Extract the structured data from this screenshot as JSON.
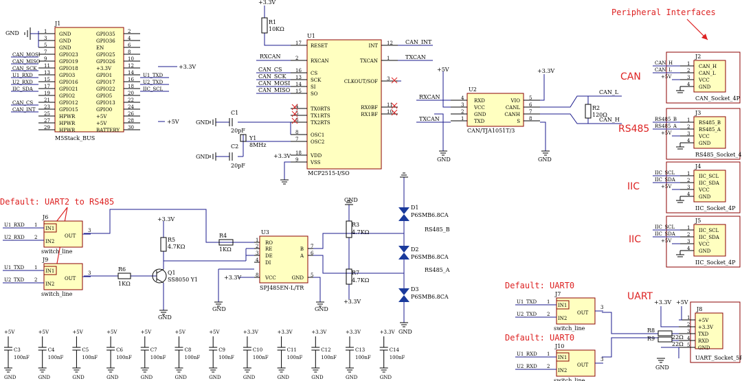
{
  "annotations": {
    "peripheral": "Peripheral Interfaces",
    "can": "CAN",
    "rs485": "RS485",
    "iic1": "IIC",
    "iic2": "IIC",
    "uart": "UART",
    "default_uart2": "Default: UART2 to RS485",
    "default_uart0a": "Default: UART0",
    "default_uart0b": "Default: UART0"
  },
  "j1": {
    "ref": "J1",
    "name": "M5Stack_BUS",
    "left_pins": [
      "GND",
      "GND",
      "GND",
      "GPIO23",
      "GPIO19",
      "GPIO18",
      "GPIO3",
      "GPIO16",
      "GPIO21",
      "GPIO2",
      "GPIO12",
      "GPIO15",
      "HPWR",
      "HPWR",
      "HPWR"
    ],
    "right_pins": [
      "GPIO35",
      "GPIO36",
      "EN",
      "GPIO25",
      "GPIO26",
      "+3.3V",
      "GPIO1",
      "GPIO17",
      "GPIO22",
      "GPIO5",
      "GPIO13",
      "GPIO0",
      "+5V",
      "+5V",
      "BATTERY"
    ],
    "left_nums": [
      "1",
      "3",
      "5",
      "7",
      "9",
      "11",
      "13",
      "15",
      "17",
      "19",
      "21",
      "23",
      "25",
      "27",
      "29"
    ],
    "right_nums": [
      "2",
      "4",
      "6",
      "8",
      "10",
      "12",
      "14",
      "16",
      "18",
      "20",
      "22",
      "24",
      "26",
      "28",
      "30"
    ],
    "left_nets": [
      "GND",
      "",
      "",
      "CAN_MOSI",
      "CAN_MISO",
      "CAN_SCK",
      "U1_RXD",
      "U2_RXD",
      "IIC_SDA",
      "",
      "CAN_CS",
      "CAN_INT",
      "",
      "",
      ""
    ],
    "right_nets": [
      "",
      "",
      "",
      "",
      "",
      "+3.3V",
      "U1_TXD",
      "U2_TXD",
      "IIC_SCL",
      "",
      "",
      "",
      "+5V",
      "",
      ""
    ]
  },
  "u1": {
    "ref": "U1",
    "name": "MCP2515-I/SO",
    "left_pins": [
      "RESET",
      "RXCAN",
      "CS",
      "SCK",
      "SI",
      "SO",
      "TX0RTS",
      "TX1RTS",
      "TX2RTS",
      "OSC1",
      "OSC2",
      "VDD",
      "VSS"
    ],
    "left_nums": [
      "17",
      "2",
      "16",
      "13",
      "14",
      "15",
      "4",
      "5",
      "6",
      "8",
      "7",
      "18",
      "9"
    ],
    "right_pins": [
      "INT",
      "TXCAN",
      "CLKOUT/SOF",
      "RX0BF",
      "RX1BF"
    ],
    "right_nums": [
      "12",
      "1",
      "3",
      "11",
      "10"
    ],
    "nets": [
      "CAN_INT",
      "TXCAN",
      "RXCAN",
      "CAN_CS",
      "CAN_SCK",
      "CAN_MOSI",
      "CAN_MISO"
    ]
  },
  "u2": {
    "ref": "U2",
    "name": "CAN/TJA1051T/3",
    "left_pins": [
      "RXD",
      "VCC",
      "GND",
      "TXD"
    ],
    "left_nums": [
      "4",
      "3",
      "2",
      "1"
    ],
    "right_pins": [
      "VIO",
      "CANL",
      "CANH",
      "S"
    ],
    "right_nums": [
      "5",
      "6",
      "7",
      "8"
    ],
    "nets": [
      "RXCAN",
      "TXCAN",
      "CAN_L",
      "CAN_H"
    ]
  },
  "u3": {
    "ref": "U3",
    "name": "SPJ485EN-L/TR",
    "left_pins": [
      "RO",
      "RE",
      "DE",
      "DI",
      "VCC"
    ],
    "left_nums": [
      "1",
      "2",
      "3",
      "4",
      "8"
    ],
    "right_pins": [
      "B",
      "A",
      "GND"
    ],
    "right_nums": [
      "7",
      "6",
      "5"
    ],
    "nets": [
      "RS485_B",
      "RS485_A"
    ]
  },
  "passives": {
    "r1": "R1",
    "r1v": "10KΩ",
    "r2": "R2",
    "r2v": "120Ω",
    "r3": "R3",
    "r3v": "4.7KΩ",
    "r4": "R4",
    "r4v": "1KΩ",
    "r5": "R5",
    "r5v": "4.7KΩ",
    "r6": "R6",
    "r6v": "1KΩ",
    "r7": "R7",
    "r7v": "4.7KΩ",
    "r8": "R8",
    "r9": "R9",
    "r89v": "22Ω",
    "c1": "C1",
    "c2": "C2",
    "c12v": "20pF",
    "y1": "Y1",
    "y1v": "8MHz",
    "q1": "Q1",
    "q1v": "SS8050 Y1",
    "d1": "D1",
    "d2": "D2",
    "d3": "D3",
    "dv": "P6SMB6.8CA"
  },
  "power": {
    "v33": "+3.3V",
    "v5": "+5V",
    "gnd": "GND"
  },
  "switches": [
    {
      "ref": "J6",
      "in1": "U1_RXD",
      "in2": "U2_RXD",
      "name": "switch_line"
    },
    {
      "ref": "J9",
      "in1": "U1_TXD",
      "in2": "U2_TXD",
      "name": "switch_line"
    },
    {
      "ref": "J7",
      "in1": "U1_TXD",
      "in2": "U2_TXD",
      "name": "switch_line"
    },
    {
      "ref": "J10",
      "in1": "U1_RXD",
      "in2": "U2_RXD",
      "name": "switch_line"
    }
  ],
  "sw_pins": {
    "in1": "IN1",
    "in2": "IN2",
    "out": "OUT"
  },
  "connectors": [
    {
      "ref": "J2",
      "pins": [
        "CAN_H",
        "CAN_L",
        "VCC",
        "GND"
      ],
      "nets": [
        "CAN_H",
        "CAN_L",
        "+5V",
        ""
      ],
      "name": "CAN_Socket_4P"
    },
    {
      "ref": "J3",
      "pins": [
        "RS485_B",
        "RS485_A",
        "VCC",
        "GND"
      ],
      "nets": [
        "RS485_B",
        "RS485_A",
        "+5V",
        ""
      ],
      "name": "RS485_Socket_4P"
    },
    {
      "ref": "J4",
      "pins": [
        "IIC_SCL",
        "IIC_SDA",
        "VCC",
        "GND"
      ],
      "nets": [
        "IIC_SCL",
        "IIC_SDA",
        "+5V",
        ""
      ],
      "name": "IIC_Socket_4P"
    },
    {
      "ref": "J5",
      "pins": [
        "IIC_SCL",
        "IIC_SDA",
        "VCC",
        "GND"
      ],
      "nets": [
        "IIC_SCL",
        "IIC_SDA",
        "+5V",
        ""
      ],
      "name": "IIC_Socket_4P"
    }
  ],
  "j8": {
    "ref": "J8",
    "pins": [
      "+5V",
      "+3.3V",
      "TXD",
      "RXD",
      "GND"
    ],
    "name": "UART_Socket_5P"
  },
  "caps": [
    {
      "ref": "C3",
      "pwr": "+5V"
    },
    {
      "ref": "C4",
      "pwr": "+5V"
    },
    {
      "ref": "C5",
      "pwr": "+5V"
    },
    {
      "ref": "C6",
      "pwr": "+5V"
    },
    {
      "ref": "C7",
      "pwr": "+5V"
    },
    {
      "ref": "C8",
      "pwr": "+5V"
    },
    {
      "ref": "C9",
      "pwr": "+5V"
    },
    {
      "ref": "C10",
      "pwr": "+3.3V"
    },
    {
      "ref": "C11",
      "pwr": "+3.3V"
    },
    {
      "ref": "C12",
      "pwr": "+3.3V"
    },
    {
      "ref": "C13",
      "pwr": "+3.3V"
    },
    {
      "ref": "C14",
      "pwr": "+3.3V"
    }
  ],
  "cap_value": "100nF"
}
